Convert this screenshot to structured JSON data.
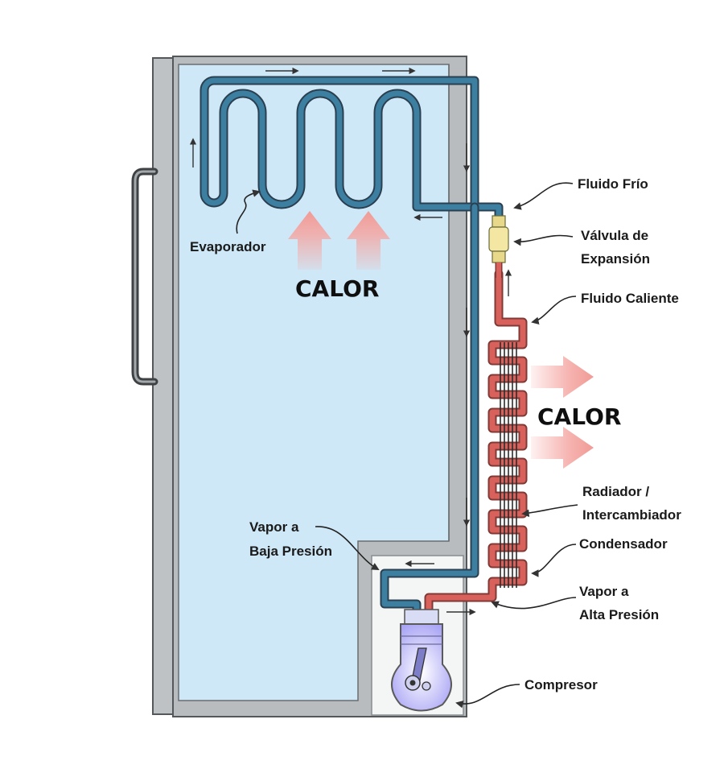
{
  "labels": {
    "evaporador": "Evaporador",
    "calor_inside": "CALOR",
    "fluido_frio": "Fluido Frío",
    "valvula_line1": "Válvula de",
    "valvula_line2": "Expansión",
    "fluido_caliente": "Fluido Caliente",
    "calor_outside": "CALOR",
    "radiador_line1": "Radiador /",
    "radiador_line2": "Intercambiador",
    "condensador": "Condensador",
    "vapor_alta_line1": "Vapor a",
    "vapor_alta_line2": "Alta Presión",
    "vapor_baja_line1": "Vapor a",
    "vapor_baja_line2": "Baja Presión",
    "compresor": "Compresor"
  },
  "colors": {
    "cold_pipe": "#2f6f8f",
    "hot_pipe": "#d9615c",
    "interior": "#cfe8f7",
    "cabinet_wall": "#b9bcbf",
    "cabinet_outline": "#55585b",
    "heat_arrow": "#f4a7a3"
  }
}
